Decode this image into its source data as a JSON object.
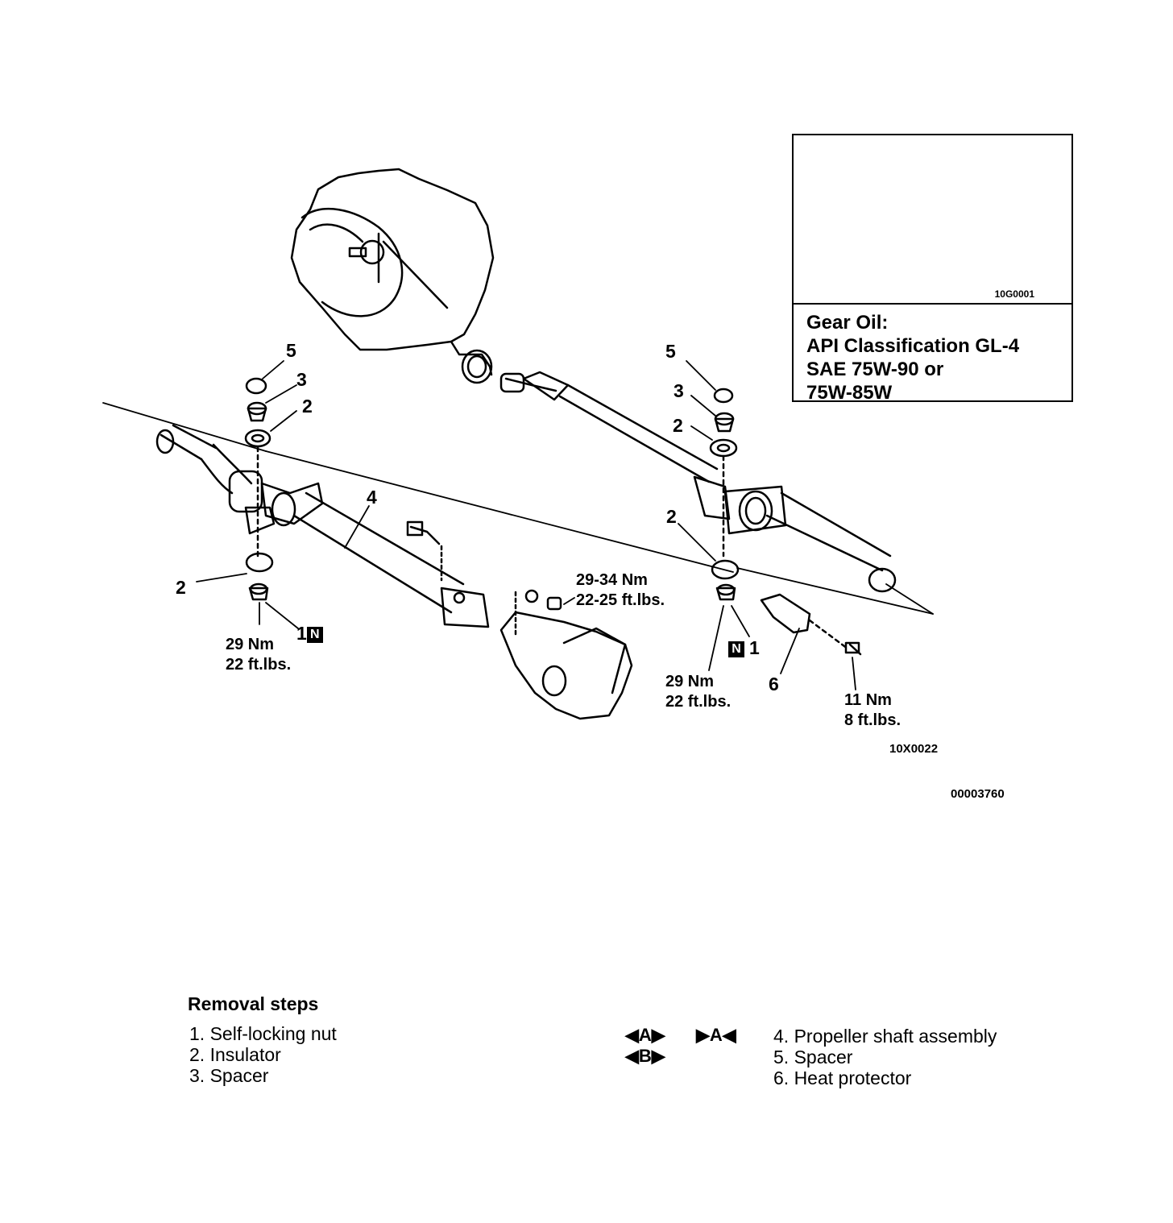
{
  "inset": {
    "code": "10G0001",
    "lines": [
      "Gear Oil:",
      "API Classification GL-4",
      "SAE 75W-90 or",
      "75W-85W"
    ]
  },
  "callouts": {
    "left_5": "5",
    "left_3": "3",
    "left_2_top": "2",
    "left_4": "4",
    "left_2_bottom": "2",
    "left_1": "1",
    "right_5": "5",
    "right_3": "3",
    "right_2_top": "2",
    "right_2_mid": "2",
    "right_1": "1",
    "right_6": "6",
    "n_mark": "N"
  },
  "torques": {
    "left_nut": [
      "29 Nm",
      "22 ft.lbs."
    ],
    "flange": [
      "29-34 Nm",
      "22-25 ft.lbs."
    ],
    "right_nut": [
      "29 Nm",
      "22 ft.lbs."
    ],
    "heat_bolt": [
      "11 Nm",
      "8 ft.lbs."
    ]
  },
  "figure_codes": {
    "main": "10X0022",
    "doc": "00003760"
  },
  "removal": {
    "title": "Removal steps",
    "left_steps": [
      "1. Self-locking nut",
      "2. Insulator",
      "3. Spacer"
    ],
    "right_steps": [
      "4. Propeller shaft assembly",
      "5. Spacer",
      "6. Heat protector"
    ],
    "symbols": {
      "a_out": "◀A▶",
      "a_in": "▶A◀",
      "b_out": "◀B▶"
    }
  }
}
